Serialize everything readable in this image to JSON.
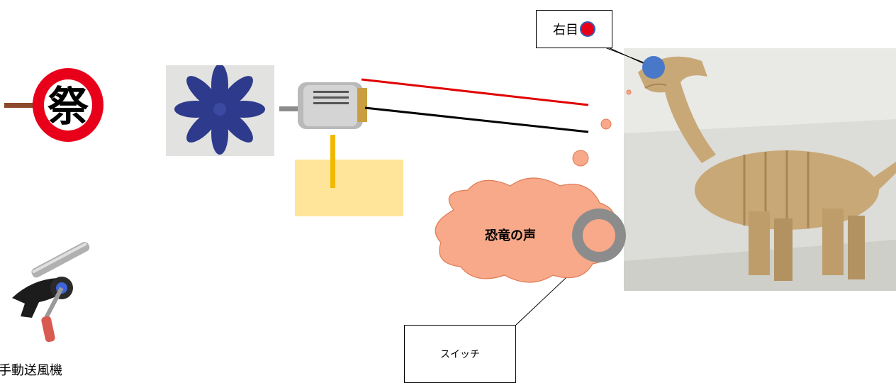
{
  "labels": {
    "right_eye": "右目",
    "dinosaur_voice": "恐竜の声",
    "switch": "スイッチ",
    "hand_blower": "手動送風機",
    "uchiwa_char": "祭"
  },
  "colors": {
    "wire_red": "#e00000",
    "wire_black": "#000000",
    "eye_blue": "#4a78c8",
    "red_dot": "#e8001a",
    "cloud_fill": "#f7a98a",
    "bubble_fill": "#f7a98a",
    "switch_ring": "#8c8c8c",
    "yellow_panel": "#ffe59a",
    "yellow_stick": "#f2b800",
    "propeller": "#2e3a8c",
    "cardboard": "#c9a877"
  },
  "icons": {
    "uchiwa": "uchiwa-fan-icon",
    "propeller": "propeller-icon",
    "motor": "dc-motor-icon",
    "blower": "hand-blower-icon",
    "dinosaur": "cardboard-dinosaur-icon"
  }
}
